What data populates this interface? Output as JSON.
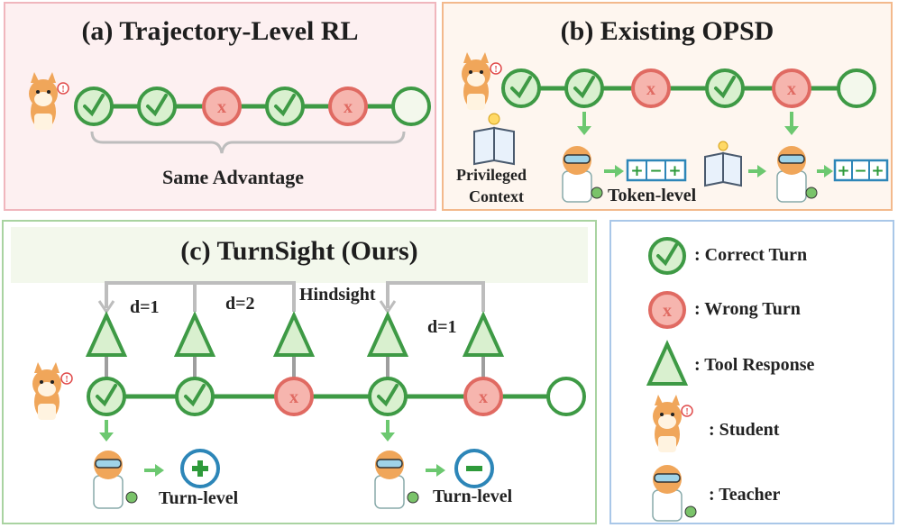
{
  "panel_a": {
    "title": "(a) Trajectory-Level RL",
    "caption": "Same Advantage",
    "wrong_mark": "x"
  },
  "panel_b": {
    "title": "(b) Existing OPSD",
    "privileged_line1": "Privileged",
    "privileged_line2": "Context",
    "token_level": "Token-level",
    "token_signs": [
      "+",
      "−",
      "+"
    ]
  },
  "panel_c": {
    "title": "(c) TurnSight (Ours)",
    "d1_left": "d=1",
    "d2": "d=2",
    "hindsight": "Hindsight",
    "d1_right": "d=1",
    "turn_level_left": "Turn-level",
    "turn_level_right": "Turn-level"
  },
  "legend": {
    "correct": ": Correct Turn",
    "wrong": ": Wrong Turn",
    "tool": ": Tool Response",
    "student": ": Student",
    "teacher": ": Teacher"
  },
  "colors": {
    "green": "#3e9a45",
    "green_fill": "#d9f0cf",
    "red": "#e06a62",
    "red_fill": "#f6b5ae",
    "blue": "#2d86b8",
    "gray": "#bdbdbd"
  }
}
